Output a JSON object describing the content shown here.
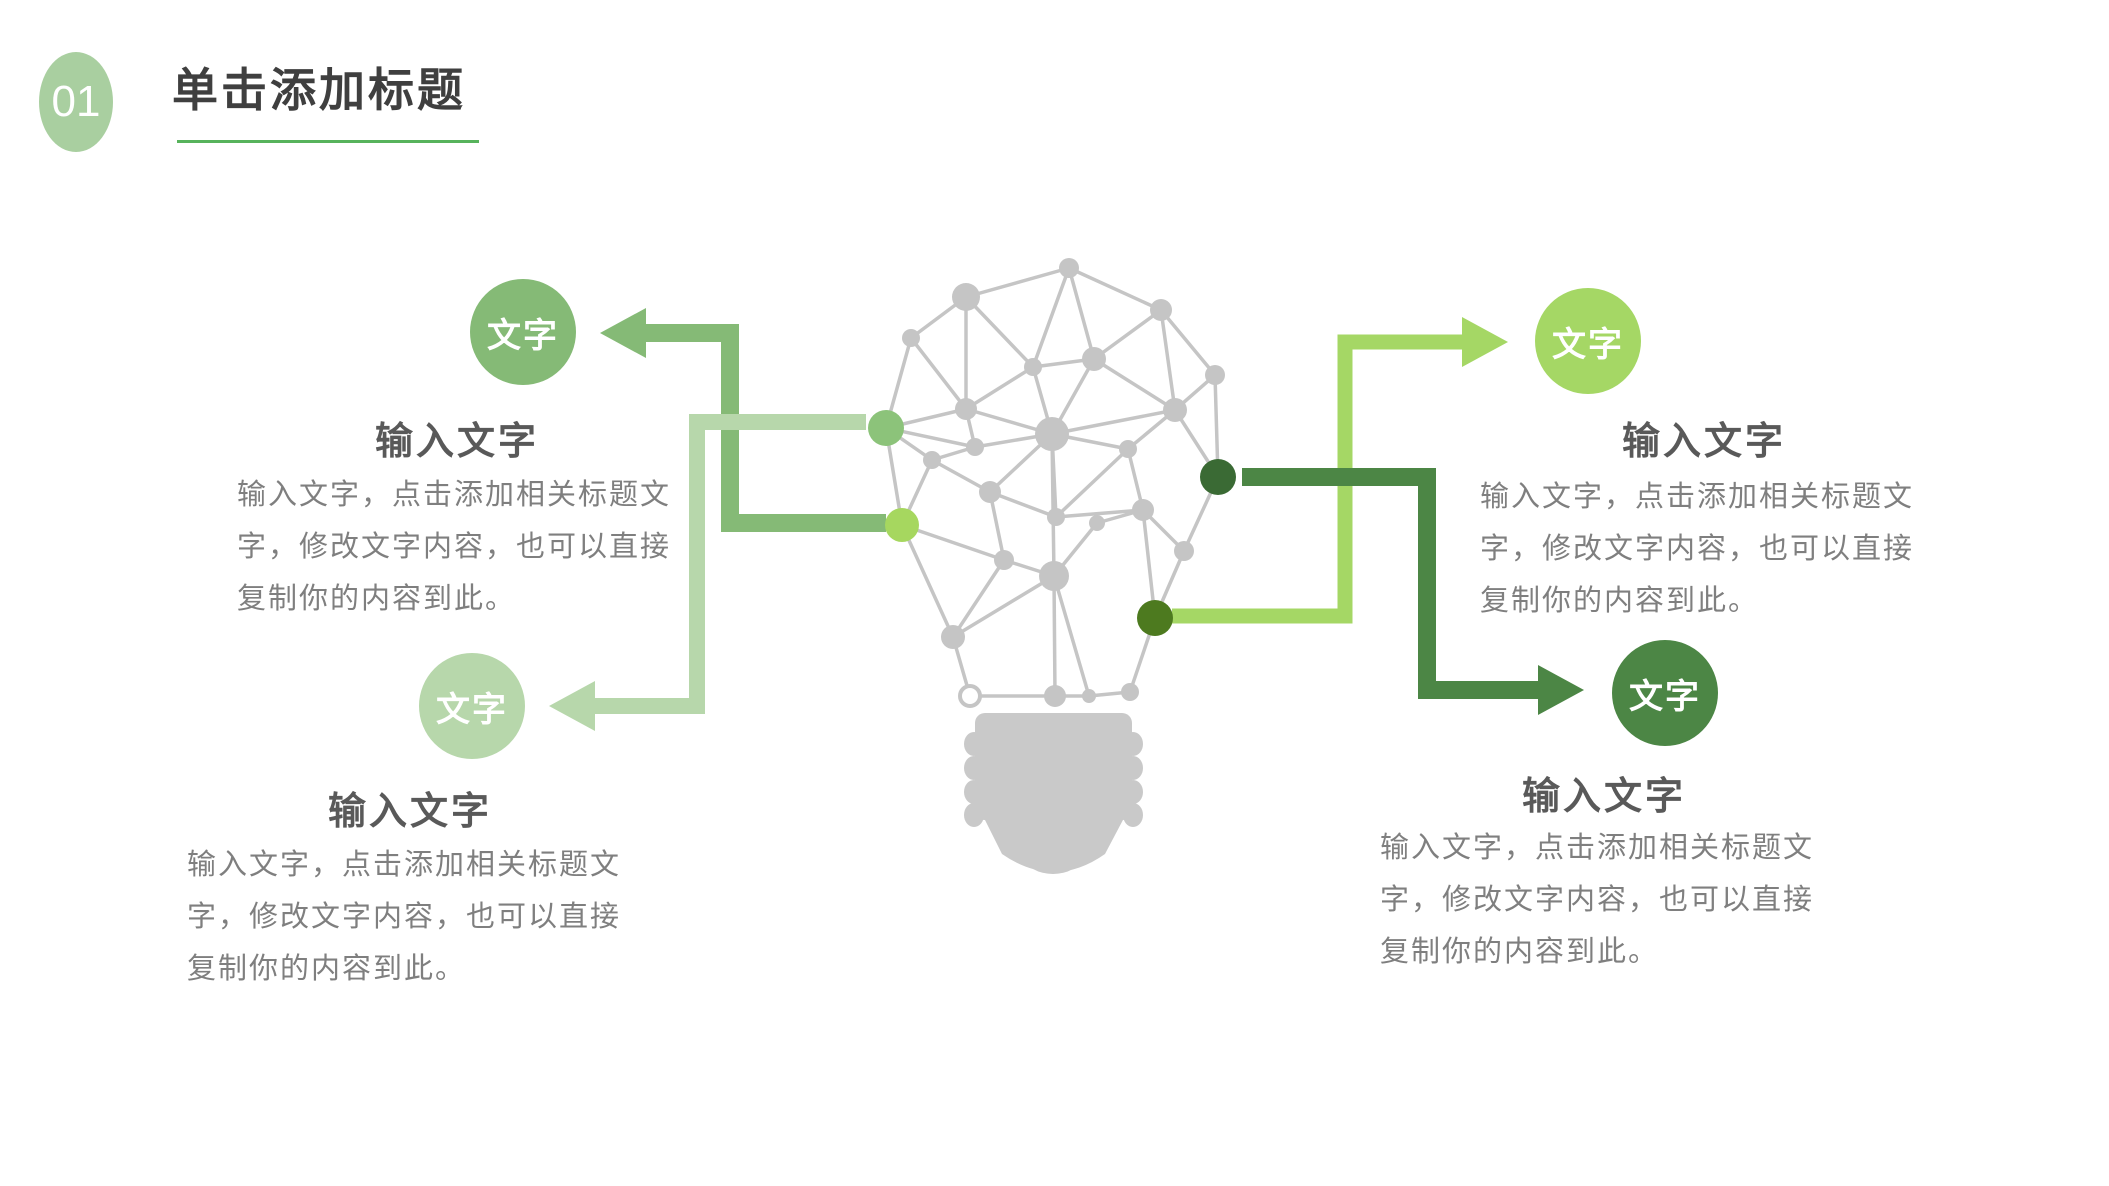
{
  "slide": {
    "badge_label": "01",
    "title": "单击添加标题"
  },
  "callouts": [
    {
      "position": "top-left",
      "tag": "文字",
      "heading": "输入文字",
      "body": "输入文字，点击添加相关标题文字，修改文字内容，也可以直接复制你的内容到此。",
      "accent": "#85ba76"
    },
    {
      "position": "bottom-left",
      "tag": "文字",
      "heading": "输入文字",
      "body": "输入文字，点击添加相关标题文字，修改文字内容，也可以直接复制你的内容到此。",
      "accent": "#b7d7ab"
    },
    {
      "position": "top-right",
      "tag": "文字",
      "heading": "输入文字",
      "body": "输入文字，点击添加相关标题文字，修改文字内容，也可以直接复制你的内容到此。",
      "accent": "#a5d765"
    },
    {
      "position": "bottom-right",
      "tag": "文字",
      "heading": "输入文字",
      "body": "输入文字，点击添加相关标题文字，修改文字内容，也可以直接复制你的内容到此。",
      "accent": "#4c8645"
    }
  ],
  "colors": {
    "badge_bg": "#a9cfa0",
    "title_text": "#3f3f3f",
    "title_underline": "#57b35c",
    "heading_text": "#595959",
    "body_text": "#7f7f7f",
    "network_gray": "#c5c5c5",
    "bulb_base": "#c9c9c9",
    "node_green_mid": "#8cc37a",
    "node_green_bright": "#a6d75f",
    "node_green_forest": "#3a6a34",
    "node_green_olive": "#4d7a1f"
  }
}
